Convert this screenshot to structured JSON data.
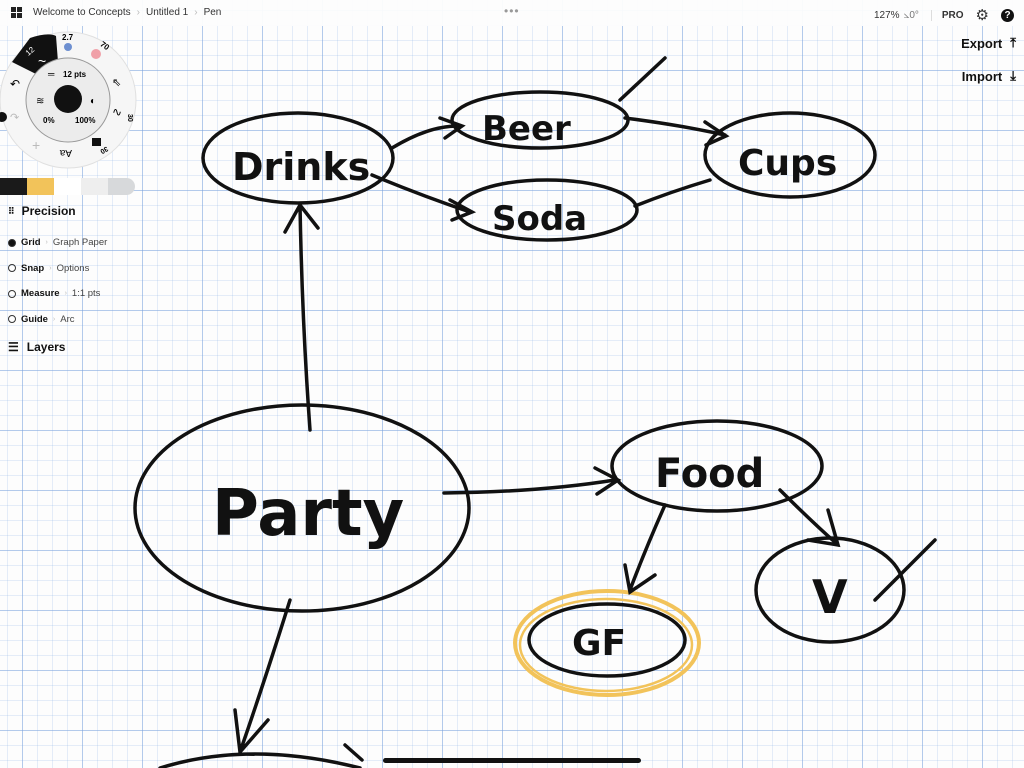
{
  "topbar": {
    "breadcrumbs": [
      "Welcome to Concepts",
      "Untitled 1",
      "Pen"
    ],
    "zoom": "127%",
    "rotation": "⦣0°",
    "pro": "PRO",
    "settings_icon": "gear-icon",
    "help_icon": "question-icon"
  },
  "actions": {
    "export": "Export",
    "import": "Import"
  },
  "tool_wheel": {
    "active_size": "12",
    "tool2_size": "2.7",
    "tool3_size": "70",
    "tool_right1": "30",
    "tool_right2": "30",
    "text_tool": "Aa",
    "size_label": "12 pts",
    "smoothing": "0%",
    "opacity": "100%"
  },
  "palette": [
    "#1a1a1a",
    "#f2c35a",
    "#ffffff",
    "#eeeeee",
    "#d7d9db"
  ],
  "precision": {
    "title": "Precision",
    "items": [
      {
        "label": "Grid",
        "value": "Graph Paper",
        "on": true
      },
      {
        "label": "Snap",
        "value": "Options",
        "on": false
      },
      {
        "label": "Measure",
        "value": "1:1 pts",
        "on": false
      },
      {
        "label": "Guide",
        "value": "Arc",
        "on": false
      }
    ]
  },
  "layers": {
    "title": "Layers"
  },
  "drawing": {
    "nodes": [
      "Drinks",
      "Beer",
      "Cups",
      "Soda",
      "Party",
      "Food",
      "GF",
      "V"
    ],
    "highlight_color": "#f2c35a"
  }
}
